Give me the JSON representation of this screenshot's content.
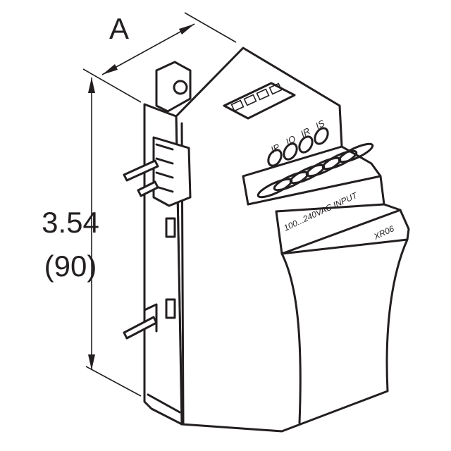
{
  "dimensions": {
    "width_label": "A",
    "height_inches": "3.54",
    "height_mm": "(90)"
  },
  "device": {
    "indicator_labels": [
      "IP",
      "IQ",
      "IR",
      "IS"
    ],
    "input_label": "100...240VAC INPUT",
    "model_label": "XR06"
  },
  "colors": {
    "line": "#231f20",
    "background": "#ffffff"
  }
}
